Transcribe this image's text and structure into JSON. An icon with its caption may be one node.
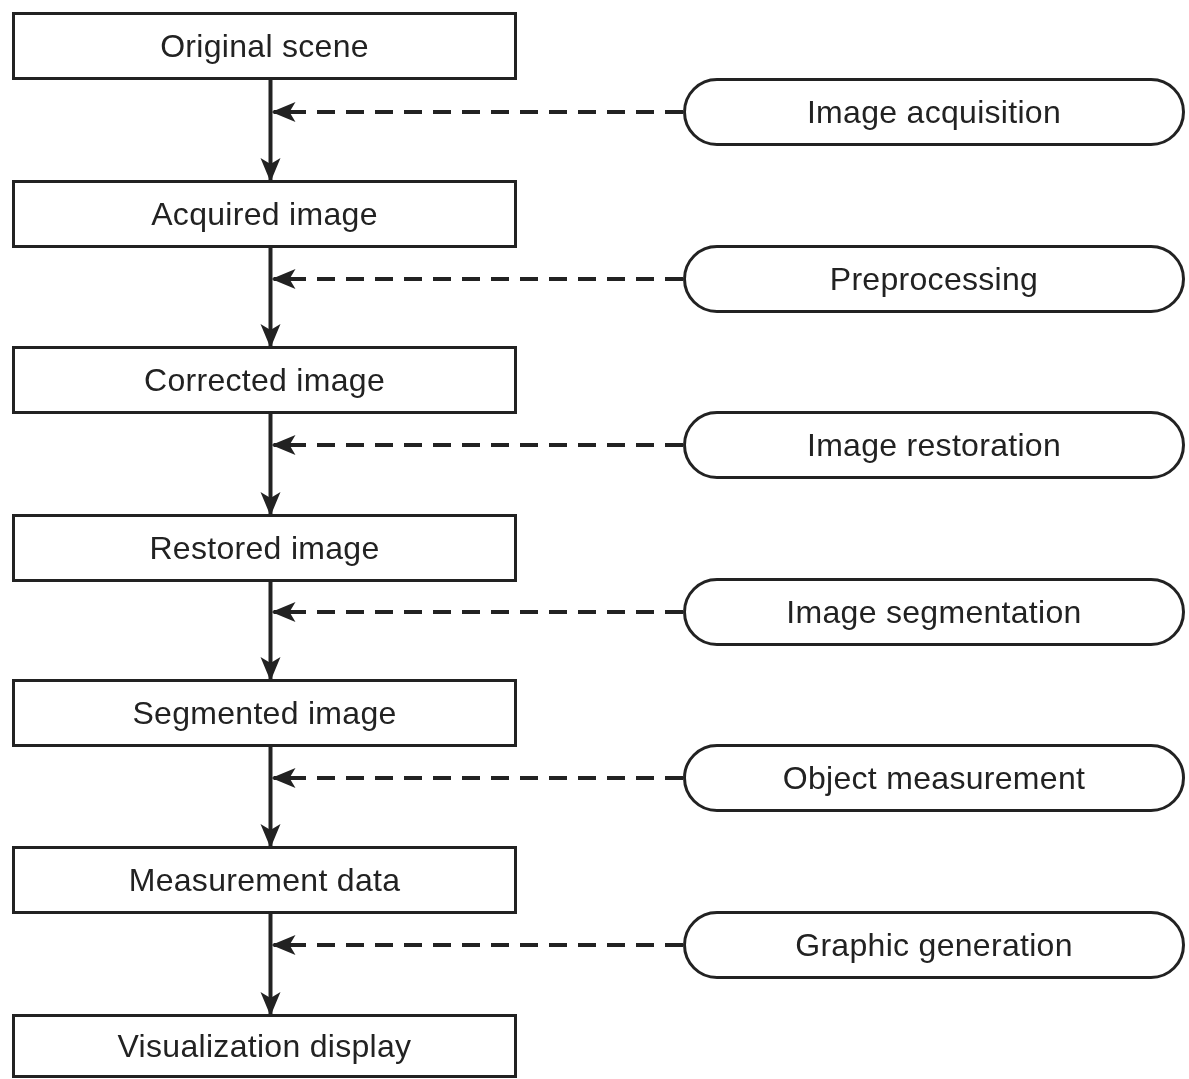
{
  "diagram": {
    "nodes": [
      {
        "text": [
          "Original scene"
        ]
      },
      {
        "text": [
          "Acquired image"
        ]
      },
      {
        "text": [
          "Corrected image"
        ]
      },
      {
        "text": [
          "Restored image"
        ]
      },
      {
        "text": [
          "Segmented image"
        ]
      },
      {
        "text": [
          "Measurement data"
        ]
      },
      {
        "text": [
          "Visualization display"
        ]
      },
      {
        "text": [
          "Image acquisition"
        ]
      },
      {
        "text": [
          "Preprocessing"
        ]
      },
      {
        "text": [
          "Image restoration"
        ]
      },
      {
        "text": [
          "Image segmentation"
        ]
      },
      {
        "text": [
          "Object measurement"
        ]
      },
      {
        "text": [
          "Graphic generation"
        ]
      }
    ],
    "edges": [
      {
        "from": 0,
        "to": 1,
        "arrow": "to"
      },
      {
        "from": 1,
        "to": 2,
        "arrow": "to"
      },
      {
        "from": 2,
        "to": 3,
        "arrow": "to"
      },
      {
        "from": 3,
        "to": 4,
        "arrow": "to"
      },
      {
        "from": 4,
        "to": 5,
        "arrow": "to"
      },
      {
        "from": 5,
        "to": 6,
        "arrow": "to"
      },
      {
        "from": 7,
        "to": 0,
        "arrow": "to",
        "style": "dashed"
      },
      {
        "from": 8,
        "to": 1,
        "arrow": "to",
        "style": "dashed"
      },
      {
        "from": 9,
        "to": 2,
        "arrow": "to",
        "style": "dashed"
      },
      {
        "from": 10,
        "to": 3,
        "arrow": "to",
        "style": "dashed"
      },
      {
        "from": 11,
        "to": 4,
        "arrow": "to",
        "style": "dashed"
      },
      {
        "from": 12,
        "to": 5,
        "arrow": "to",
        "style": "dashed"
      }
    ]
  }
}
